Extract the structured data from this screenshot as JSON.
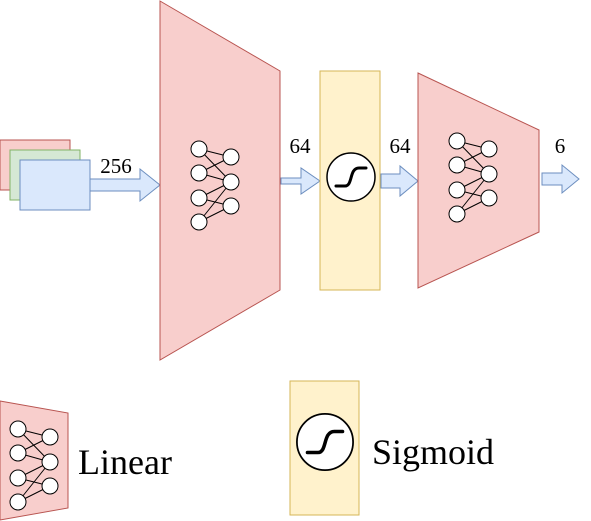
{
  "labels": {
    "input_size": "256",
    "hidden_size_1": "64",
    "hidden_size_2": "64",
    "output_size": "6"
  },
  "legend": {
    "linear_label": "Linear",
    "sigmoid_label": "Sigmoid"
  },
  "colors": {
    "linear_fill": "#f8cecc",
    "linear_stroke": "#b85450",
    "sigmoid_fill": "#fff2cc",
    "sigmoid_stroke": "#d6b656",
    "arrow_fill": "#dae8fc",
    "arrow_stroke": "#6c8ebf",
    "input_green_fill": "#d5e8d4",
    "input_green_stroke": "#82b366"
  },
  "icons": {
    "layer_icon": "neural-net-icon",
    "activation_icon": "sigmoid-curve-icon",
    "input_icon": "stacked-feature-maps-icon",
    "arrow_icon": "block-arrow-icon"
  }
}
